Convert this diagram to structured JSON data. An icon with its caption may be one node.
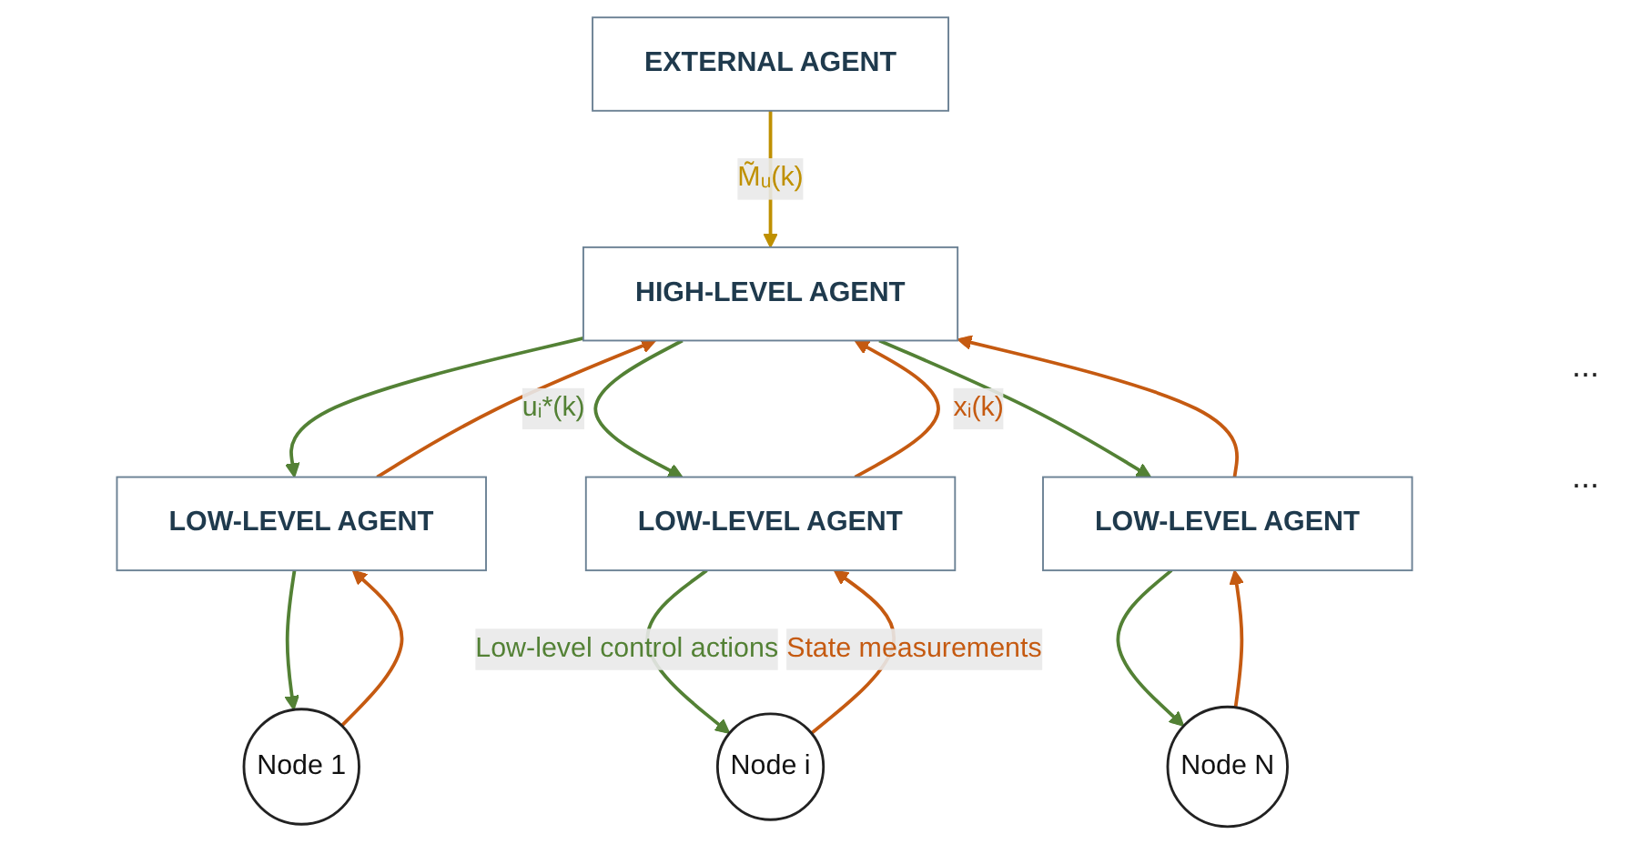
{
  "diagram": {
    "nodes": [
      {
        "text": [
          "EXTERNAL AGENT"
        ]
      },
      {
        "text": [
          "HIGH-LEVEL AGENT"
        ]
      },
      {
        "text": [
          "LOW-LEVEL  AGENT"
        ]
      },
      {
        "text": [
          "LOW-LEVEL  AGENT"
        ]
      },
      {
        "text": [
          "LOW-LEVEL  AGENT"
        ]
      },
      {
        "text": [
          "Node 1"
        ]
      },
      {
        "text": [
          "Node i"
        ]
      },
      {
        "text": [
          "Node N"
        ]
      }
    ],
    "edges": [
      {
        "from": 0,
        "to": 1,
        "arrow": "to",
        "label": "M̃ᵤ(k)",
        "color": "#bf9000"
      },
      {
        "from": 1,
        "to": 2,
        "arrow": "to",
        "color": "#538135"
      },
      {
        "from": 2,
        "to": 1,
        "arrow": "to",
        "color": "#c55a11"
      },
      {
        "from": 1,
        "to": 3,
        "arrow": "to",
        "label": "uᵢ*(k)",
        "color": "#538135"
      },
      {
        "from": 3,
        "to": 1,
        "arrow": "to",
        "label": "xᵢ(k)",
        "color": "#c55a11"
      },
      {
        "from": 1,
        "to": 4,
        "arrow": "to",
        "color": "#538135"
      },
      {
        "from": 4,
        "to": 1,
        "arrow": "to",
        "color": "#c55a11"
      },
      {
        "from": 2,
        "to": 5,
        "arrow": "to",
        "color": "#538135"
      },
      {
        "from": 5,
        "to": 2,
        "arrow": "to",
        "color": "#c55a11"
      },
      {
        "from": 3,
        "to": 6,
        "arrow": "to",
        "label": "Low-level control actions",
        "color": "#538135"
      },
      {
        "from": 6,
        "to": 3,
        "arrow": "to",
        "label": "State measurements",
        "color": "#c55a11"
      },
      {
        "from": 4,
        "to": 7,
        "arrow": "to",
        "color": "#538135"
      },
      {
        "from": 7,
        "to": 4,
        "arrow": "to",
        "color": "#c55a11"
      }
    ],
    "labels": [
      "...",
      "..."
    ]
  }
}
